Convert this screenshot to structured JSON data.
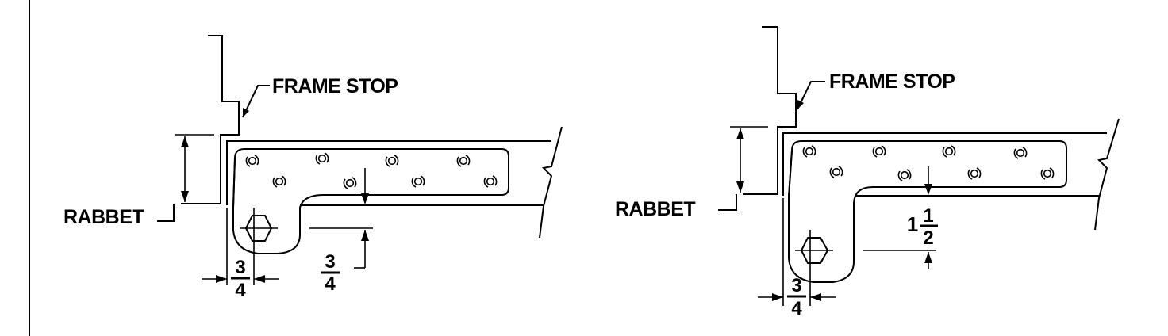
{
  "left_detail": {
    "label_frame_stop": "FRAME STOP",
    "label_rabbet": "RABBET",
    "dim_horizontal": {
      "num": "3",
      "den": "4"
    },
    "dim_vertical": {
      "num": "3",
      "den": "4"
    }
  },
  "right_detail": {
    "label_frame_stop": "FRAME STOP",
    "label_rabbet": "RABBET",
    "dim_horizontal": {
      "num": "3",
      "den": "4"
    },
    "dim_vertical": {
      "whole": "1",
      "num": "1",
      "den": "2"
    }
  }
}
